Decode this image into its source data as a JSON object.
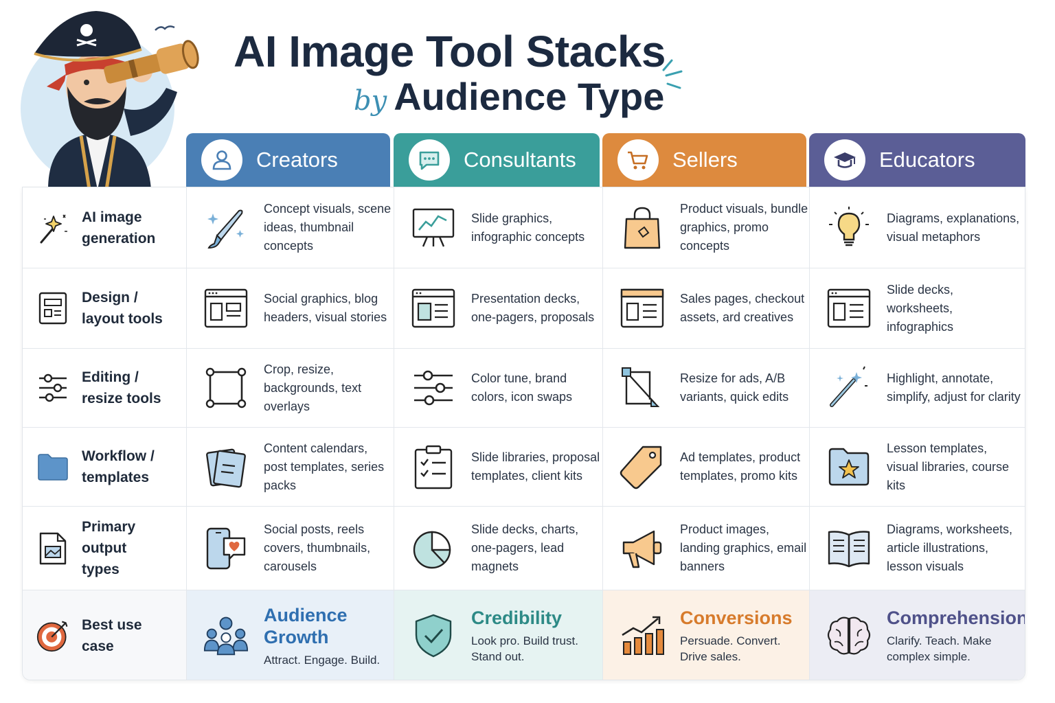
{
  "title": {
    "line1": "AI Image Tool Stacks",
    "by": "by",
    "line2": "Audience Type"
  },
  "columns": [
    {
      "label": "Creators",
      "color": "#4a7fb5",
      "icon": "user-icon"
    },
    {
      "label": "Consultants",
      "color": "#3a9e9a",
      "icon": "chat-bubble-icon"
    },
    {
      "label": "Sellers",
      "color": "#dd8a3e",
      "icon": "shopping-cart-icon"
    },
    {
      "label": "Educators",
      "color": "#5b5e96",
      "icon": "graduation-cap-icon"
    }
  ],
  "rows": [
    {
      "label": "AI image generation",
      "icon": "magic-wand-icon",
      "cells": [
        {
          "text": "Concept visuals, scene ideas, thumbnail concepts",
          "icon": "paintbrush-icon"
        },
        {
          "text": "Slide graphics, infographic concepts",
          "icon": "presentation-chart-icon"
        },
        {
          "text": "Product visuals, bundle graphics, promo concepts",
          "icon": "shopping-bag-icon"
        },
        {
          "text": "Diagrams, explanations, visual metaphors",
          "icon": "lightbulb-icon"
        }
      ]
    },
    {
      "label": "Design / layout tools",
      "icon": "layout-icon",
      "cells": [
        {
          "text": "Social graphics, blog headers, visual stories",
          "icon": "layout-window-icon"
        },
        {
          "text": "Presentation decks, one-pagers, proposals",
          "icon": "layout-window-icon"
        },
        {
          "text": "Sales pages, checkout assets, ard creatives",
          "icon": "layout-window-icon"
        },
        {
          "text": "Slide decks, worksheets, infographics",
          "icon": "layout-window-icon"
        }
      ]
    },
    {
      "label": "Editing / resize tools",
      "icon": "sliders-icon",
      "cells": [
        {
          "text": "Crop, resize, backgrounds, text overlays",
          "icon": "crop-frame-icon"
        },
        {
          "text": "Color tune, brand colors, icon swaps",
          "icon": "sliders-icon"
        },
        {
          "text": "Resize for ads, A/B variants, quick edits",
          "icon": "resize-icon"
        },
        {
          "text": "Highlight, annotate, simplify, adjust for clarity",
          "icon": "magic-wand-icon"
        }
      ]
    },
    {
      "label": "Workflow / templates",
      "icon": "folder-icon",
      "cells": [
        {
          "text": "Content calendars, post templates, series packs",
          "icon": "stacked-pages-icon"
        },
        {
          "text": "Slide libraries, proposal templates, client kits",
          "icon": "clipboard-checklist-icon"
        },
        {
          "text": "Ad templates, product templates, promo kits",
          "icon": "price-tag-icon"
        },
        {
          "text": "Lesson templates, visual libraries, course kits",
          "icon": "star-folder-icon"
        }
      ]
    },
    {
      "label": "Primary output types",
      "icon": "image-file-icon",
      "cells": [
        {
          "text": "Social posts, reels covers, thumbnails, carousels",
          "icon": "phone-heart-icon"
        },
        {
          "text": "Slide decks, charts, one-pagers, lead magnets",
          "icon": "pie-chart-icon"
        },
        {
          "text": "Product images, landing graphics, email banners",
          "icon": "megaphone-icon"
        },
        {
          "text": "Diagrams, worksheets, article illustrations, lesson visuals",
          "icon": "open-book-icon"
        }
      ]
    }
  ],
  "use_case": {
    "label": "Best use case",
    "icon": "target-icon",
    "cells": [
      {
        "title": "Audience Growth",
        "sub": "Attract. Engage. Build.",
        "icon": "audience-group-icon",
        "color": "#2f6fb0",
        "bg": "#e8f0f8"
      },
      {
        "title": "Credibility",
        "sub": "Look pro. Build trust. Stand out.",
        "icon": "shield-check-icon",
        "color": "#2d8a86",
        "bg": "#e6f3f2"
      },
      {
        "title": "Conversions",
        "sub": "Persuade. Convert. Drive sales.",
        "icon": "growth-chart-icon",
        "color": "#d77b2c",
        "bg": "#fcf1e6"
      },
      {
        "title": "Comprehension",
        "sub": "Clarify. Teach. Make complex simple.",
        "icon": "brain-icon",
        "color": "#4f5189",
        "bg": "#ecedf4"
      }
    ]
  }
}
